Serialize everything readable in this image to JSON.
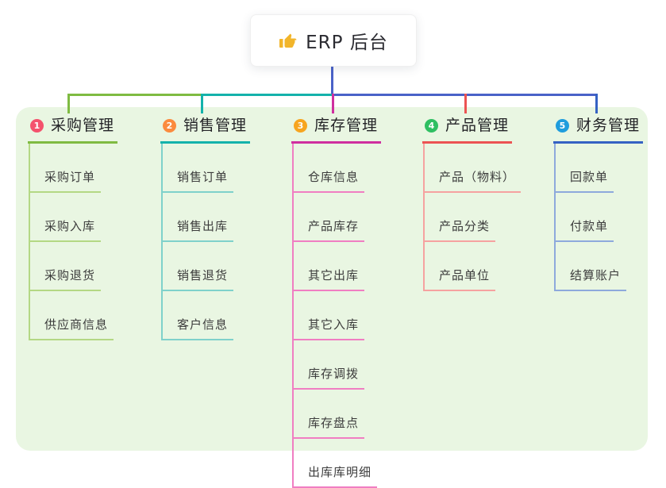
{
  "root": {
    "label": "ERP 后台",
    "icon": "thumbs-up-icon",
    "icon_color": "#f2b52a"
  },
  "theme": {
    "canvas_bg": "#ffffff",
    "panel_bg": "#e9f6e2",
    "trunk_color": "#4a62c8",
    "text_color": "#2b2b31"
  },
  "branches": [
    {
      "index": "1",
      "title": "采购管理",
      "badge_color": "#f4526d",
      "line_color": "#7fbb42",
      "child_line_color": "#b4d884",
      "children": [
        "采购订单",
        "采购入库",
        "采购退货",
        "供应商信息"
      ]
    },
    {
      "index": "2",
      "title": "销售管理",
      "badge_color": "#fb8b3e",
      "line_color": "#14b2ab",
      "child_line_color": "#7fd1cb",
      "children": [
        "销售订单",
        "销售出库",
        "销售退货",
        "客户信息"
      ]
    },
    {
      "index": "3",
      "title": "库存管理",
      "badge_color": "#f7a51f",
      "line_color": "#cf2f9f",
      "child_line_color": "#f07ec2",
      "children": [
        "仓库信息",
        "产品库存",
        "其它出库",
        "其它入库",
        "库存调拨",
        "库存盘点",
        "出库库明细"
      ]
    },
    {
      "index": "4",
      "title": "产品管理",
      "badge_color": "#2fbf62",
      "line_color": "#ec5353",
      "child_line_color": "#f6a2a0",
      "children": [
        "产品（物料）",
        "产品分类",
        "产品单位"
      ]
    },
    {
      "index": "5",
      "title": "财务管理",
      "badge_color": "#1f9ddd",
      "line_color": "#3562c3",
      "child_line_color": "#8ea9dc",
      "children": [
        "回款单",
        "付款单",
        "结算账户"
      ]
    }
  ]
}
